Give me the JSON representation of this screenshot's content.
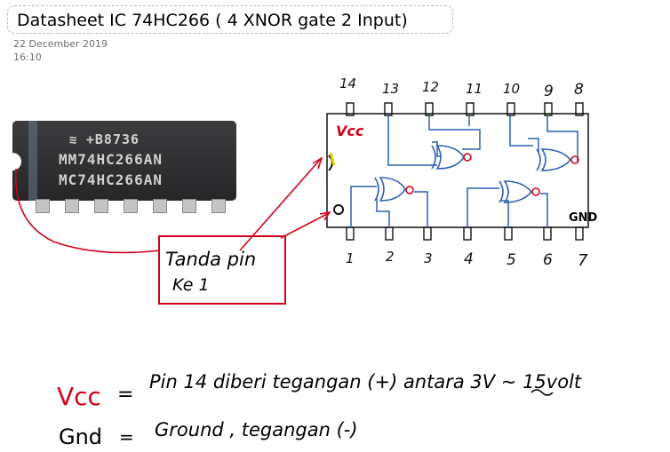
{
  "page": {
    "title": "Datasheet IC 74HC266 ( 4 XNOR gate 2 Input)",
    "date": "22 December  2019",
    "time": "16:10"
  },
  "chip": {
    "line1": "+B8736",
    "line2": "MM74HC266AN",
    "line3": "MC74HC266AN"
  },
  "diagram": {
    "top_pins": [
      "14",
      "13",
      "12",
      "11",
      "10",
      "9",
      "8"
    ],
    "bottom_pins": [
      "1",
      "2",
      "3",
      "4",
      "5",
      "6",
      "7"
    ],
    "vcc_label": "Vcc",
    "gnd_label": "GND"
  },
  "callout": {
    "line1": "Tanda pin",
    "line2": "Ke 1"
  },
  "notes": {
    "vcc_label": "Vcc",
    "vcc_sep": "=",
    "vcc_text": "Pin 14 diberi tegangan (+) antara 3V ~ 15volt",
    "gnd_label": "Gnd",
    "gnd_sep": "=",
    "gnd_text": "Ground , tegangan (-)"
  },
  "colors": {
    "ink_red": "#d0021b",
    "ink_blue": "#2b5fb0",
    "ink_black": "#111111"
  }
}
